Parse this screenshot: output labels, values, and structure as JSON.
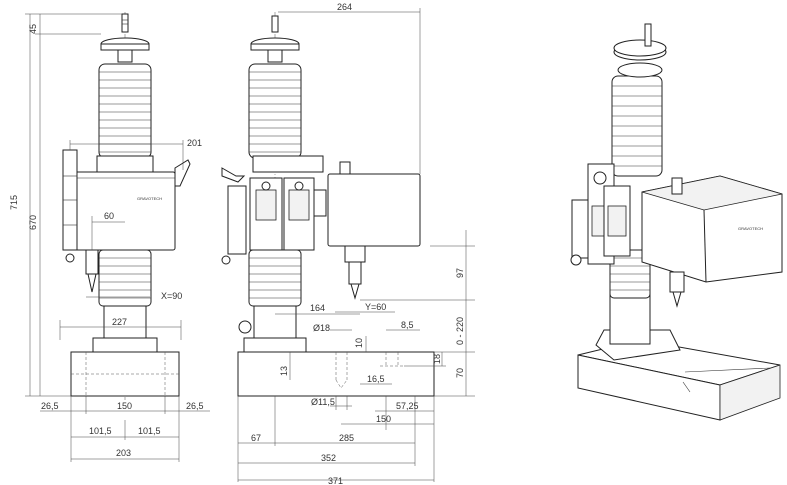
{
  "brand": "GRAVOTECH",
  "front_view": {
    "total_height": "715",
    "lower_height": "670",
    "top_height": "45",
    "side_width": "201",
    "offset_x": "60",
    "x_label": "X=90",
    "column_width": "227",
    "margin_left": "26,5",
    "base_inner": "150",
    "margin_right": "26,5",
    "half_left": "101,5",
    "half_right": "101,5",
    "base_width": "203"
  },
  "side_view": {
    "top_width": "264",
    "head_drop": "97",
    "travel": "0 - 220",
    "base_height": "70",
    "slot_depth": "18",
    "head_offset": "164",
    "y_label": "Y=60",
    "hole_dia": "Ø18",
    "slot_width": "8,5",
    "slot_pitch": "10",
    "depth_13": "13",
    "slot_16": "16,5",
    "small_dia": "Ø11,5",
    "offset_57": "57,25",
    "width_150": "150",
    "width_67": "67",
    "width_285": "285",
    "width_352": "352",
    "width_371": "371"
  }
}
